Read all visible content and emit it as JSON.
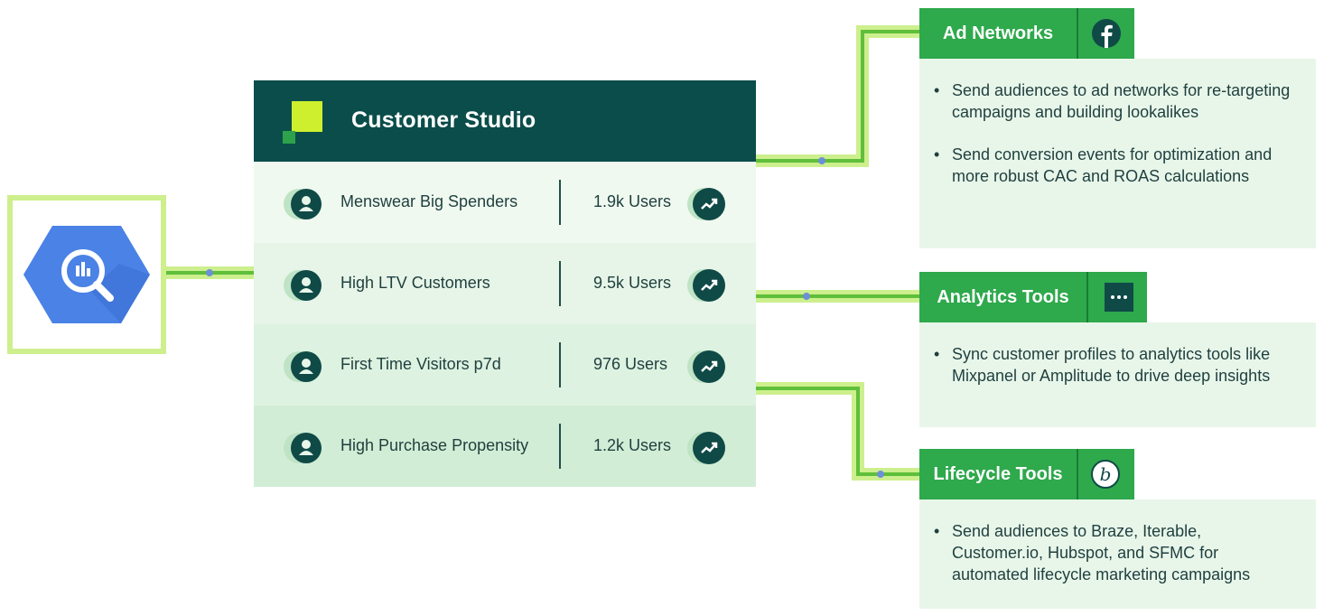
{
  "studio": {
    "title": "Customer Studio",
    "audiences": [
      {
        "name": "Menswear Big Spenders",
        "count": "1.9k Users"
      },
      {
        "name": "High LTV Customers",
        "count": "9.5k Users"
      },
      {
        "name": "First Time Visitors p7d",
        "count": "976 Users"
      },
      {
        "name": "High Purchase Propensity",
        "count": "1.2k Users"
      }
    ]
  },
  "destinations": [
    {
      "name": "Ad Networks",
      "icon": "facebook-icon",
      "bullets": [
        "Send audiences to ad networks for re-targeting campaigns and building lookalikes",
        "Send conversion events for optimization and more robust CAC and ROAS calculations"
      ]
    },
    {
      "name": "Analytics Tools",
      "icon": "more-dots-icon",
      "bullets": [
        "Sync customer profiles to analytics tools like Mixpanel or Amplitude to drive deep insights"
      ]
    },
    {
      "name": "Lifecycle Tools",
      "icon": "braze-icon",
      "bullets": [
        "Send audiences to Braze, Iterable, Customer.io, Hubspot, and SFMC for automated lifecycle marketing campaigns"
      ]
    }
  ],
  "source": {
    "icon": "bigquery-icon"
  },
  "colors": {
    "brand_dark": "#0b4d4a",
    "brand_green": "#2ea94c",
    "lime": "#cdef2e",
    "card_bg": "#e8f6ea",
    "bigquery_blue": "#4a82e6"
  }
}
